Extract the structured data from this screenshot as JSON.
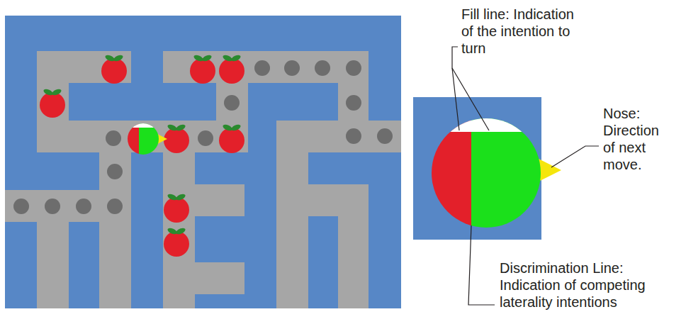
{
  "diagram": {
    "labels": [
      "Fill line: Indication of the intention to turn",
      "Nose: Direction of next move.",
      "Discrimination Line: Indication of competing laterality intentions"
    ]
  }
}
